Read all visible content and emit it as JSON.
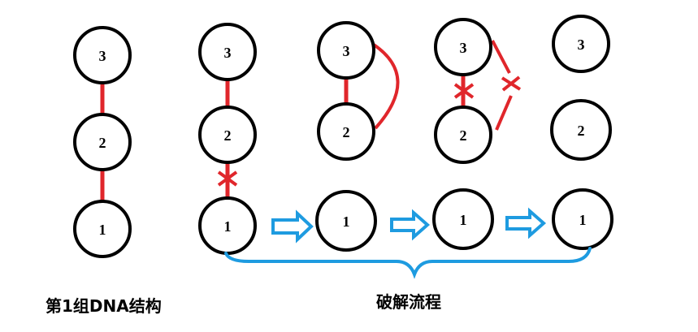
{
  "captions": {
    "left": "第1组DNA结构",
    "right": "破解流程"
  },
  "colors": {
    "bond": "#e0262b",
    "arrow": "#1e9be0",
    "node_stroke": "#000000"
  },
  "stages": [
    {
      "name": "dna-structure",
      "nodes": [
        "3",
        "2",
        "1"
      ]
    },
    {
      "name": "break-bond-1-2",
      "nodes": [
        "3",
        "2",
        "1"
      ]
    },
    {
      "name": "separated-1",
      "nodes": [
        "3",
        "2",
        "1"
      ]
    },
    {
      "name": "break-bonds-2-3",
      "nodes": [
        "3",
        "2",
        "1"
      ]
    },
    {
      "name": "fully-separated",
      "nodes": [
        "3",
        "2",
        "1"
      ]
    }
  ]
}
